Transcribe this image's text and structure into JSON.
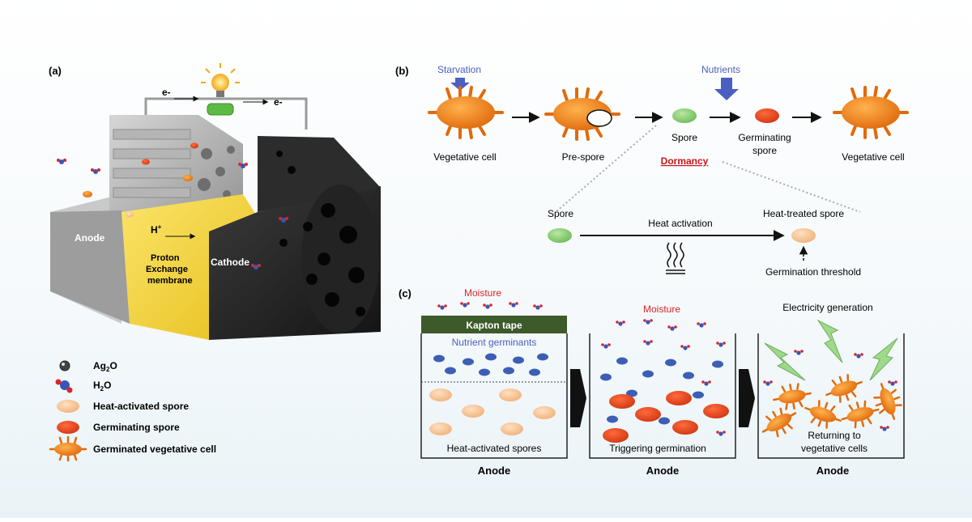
{
  "panels": {
    "a": "(a)",
    "b": "(b)",
    "c": "(c)"
  },
  "panel_a": {
    "electron_left": "e-",
    "electron_right": "e-",
    "proton": "H",
    "proton_sup": "+",
    "anode": "Anode",
    "membrane_line1": "Proton",
    "membrane_line2": "Exchange",
    "membrane_line3": "membrane",
    "cathode": "Cathode"
  },
  "legend": {
    "ag2o_main": "Ag",
    "ag2o_sub": "2",
    "ag2o_end": "O",
    "h2o_main": "H",
    "h2o_sub": "2",
    "h2o_end": "O",
    "heat_activated": "Heat-activated spore",
    "germinating": "Germinating spore",
    "germinated": "Germinated vegetative cell"
  },
  "panel_b": {
    "starvation": "Starvation",
    "nutrients": "Nutrients",
    "vegetative_cell_1": "Vegetative cell",
    "pre_spore": "Pre-spore",
    "spore": "Spore",
    "germinating_line1": "Germinating",
    "germinating_line2": "spore",
    "vegetative_cell_2": "Vegetative cell",
    "dormancy": "Dormancy",
    "detail_spore": "Spore",
    "heat_activation": "Heat activation",
    "heat_treated_spore": "Heat-treated spore",
    "germination_threshold": "Germination threshold"
  },
  "panel_c": {
    "moisture_1": "Moisture",
    "kapton_tape": "Kapton tape",
    "nutrient_germinants": "Nutrient germinants",
    "heat_activated_spores": "Heat-activated spores",
    "anode_1": "Anode",
    "moisture_2": "Moisture",
    "triggering_germination": "Triggering germination",
    "anode_2": "Anode",
    "electricity_generation": "Electricity generation",
    "returning_line1": "Returning to",
    "returning_line2": "vegetative cells",
    "anode_3": "Anode"
  },
  "colors": {
    "accent_blue": "#4a5fc1",
    "moisture_red": "#d8262b",
    "dormancy_red": "#c8151b",
    "vegetative_orange": "#f28a21",
    "spore_green": "#8fcf78",
    "heat_spore_peach": "#f7c497",
    "germinating_red": "#e8451f",
    "kapton_green": "#3d5a2a",
    "membrane_yellow": "#f5d33c"
  }
}
